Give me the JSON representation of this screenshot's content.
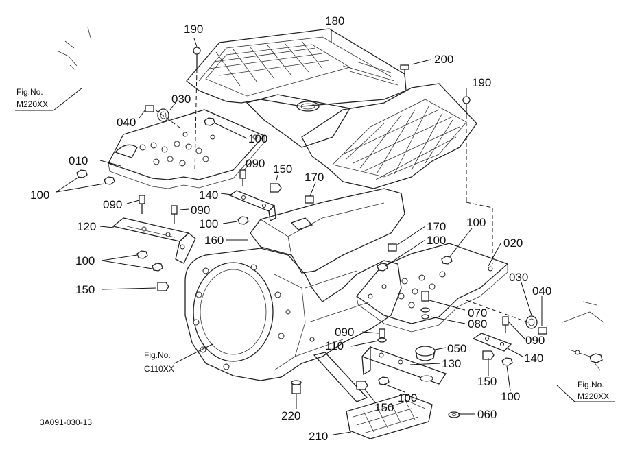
{
  "diagram": {
    "code": "3A091-030-13",
    "refs": [
      {
        "id": "ref-top-left",
        "line1": "Fig.No.",
        "line2": "M220XX"
      },
      {
        "id": "ref-bottom-center",
        "line1": "Fig.No.",
        "line2": "C110XX"
      },
      {
        "id": "ref-bottom-right",
        "line1": "Fig.No.",
        "line2": "M220XX"
      }
    ],
    "callouts": [
      {
        "id": "c180",
        "text": "180"
      },
      {
        "id": "c190a",
        "text": "190"
      },
      {
        "id": "c200",
        "text": "200"
      },
      {
        "id": "c190b",
        "text": "190"
      },
      {
        "id": "c030a",
        "text": "030"
      },
      {
        "id": "c040a",
        "text": "040"
      },
      {
        "id": "c100a",
        "text": "100"
      },
      {
        "id": "c010",
        "text": "010"
      },
      {
        "id": "c090a",
        "text": "090"
      },
      {
        "id": "c150a",
        "text": "150"
      },
      {
        "id": "c100b",
        "text": "100"
      },
      {
        "id": "c170a",
        "text": "170"
      },
      {
        "id": "c090b",
        "text": "090"
      },
      {
        "id": "c140a",
        "text": "140"
      },
      {
        "id": "c090c",
        "text": "090"
      },
      {
        "id": "c100c",
        "text": "100"
      },
      {
        "id": "c120",
        "text": "120"
      },
      {
        "id": "c160",
        "text": "160"
      },
      {
        "id": "c170b",
        "text": "170"
      },
      {
        "id": "c100d",
        "text": "100"
      },
      {
        "id": "c100e",
        "text": "100"
      },
      {
        "id": "c020",
        "text": "020"
      },
      {
        "id": "c100f",
        "text": "100"
      },
      {
        "id": "c150b",
        "text": "150"
      },
      {
        "id": "c030b",
        "text": "030"
      },
      {
        "id": "c040b",
        "text": "040"
      },
      {
        "id": "c070",
        "text": "070"
      },
      {
        "id": "c080",
        "text": "080"
      },
      {
        "id": "c090d",
        "text": "090"
      },
      {
        "id": "c090e",
        "text": "090"
      },
      {
        "id": "c110",
        "text": "110"
      },
      {
        "id": "c050",
        "text": "050"
      },
      {
        "id": "c140b",
        "text": "140"
      },
      {
        "id": "c130",
        "text": "130"
      },
      {
        "id": "c150c",
        "text": "150"
      },
      {
        "id": "c100g",
        "text": "100"
      },
      {
        "id": "c150d",
        "text": "150"
      },
      {
        "id": "c100h",
        "text": "100"
      },
      {
        "id": "c220",
        "text": "220"
      },
      {
        "id": "c060",
        "text": "060"
      },
      {
        "id": "c210",
        "text": "210"
      }
    ]
  }
}
